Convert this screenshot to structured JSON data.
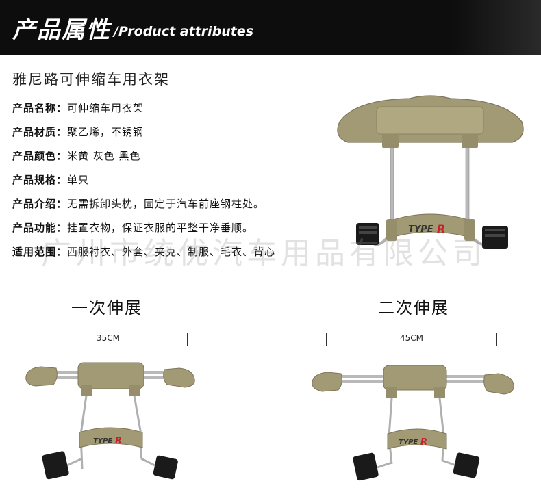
{
  "header": {
    "title_cn": "产品属性",
    "title_en": "/Product attributes"
  },
  "product": {
    "title": "雅尼路可伸缩车用衣架",
    "attributes": [
      {
        "label": "产品名称：",
        "value": "可伸缩车用衣架"
      },
      {
        "label": "产品材质：",
        "value": "聚乙烯，不锈钢"
      },
      {
        "label": "产品颜色：",
        "value": "米黄 灰色  黑色"
      },
      {
        "label": "产品规格：",
        "value": "单只"
      },
      {
        "label": "产品介绍：",
        "value": "无需拆卸头枕，固定于汽车前座钢柱处。"
      },
      {
        "label": "产品功能：",
        "value": "挂置衣物，保证衣服的平整干净垂顺。"
      },
      {
        "label": "适用范围：",
        "value": "西服衬衣、外套、夹克、制服、毛衣、背心"
      }
    ]
  },
  "watermark": "广州市统优汽车用品有限公司",
  "extensions": {
    "first": {
      "title": "一次伸展",
      "dimension": "35CM"
    },
    "second": {
      "title": "二次伸展",
      "dimension": "45CM"
    }
  },
  "badge_text": "TYPE",
  "badge_letter": "R",
  "colors": {
    "header_bg": "#0d0d0d",
    "plastic": "#a29a74",
    "plastic_dark": "#7d765a",
    "metal": "#b9b9b9",
    "rubber": "#1a1a1a",
    "logo_red": "#c8202a"
  }
}
